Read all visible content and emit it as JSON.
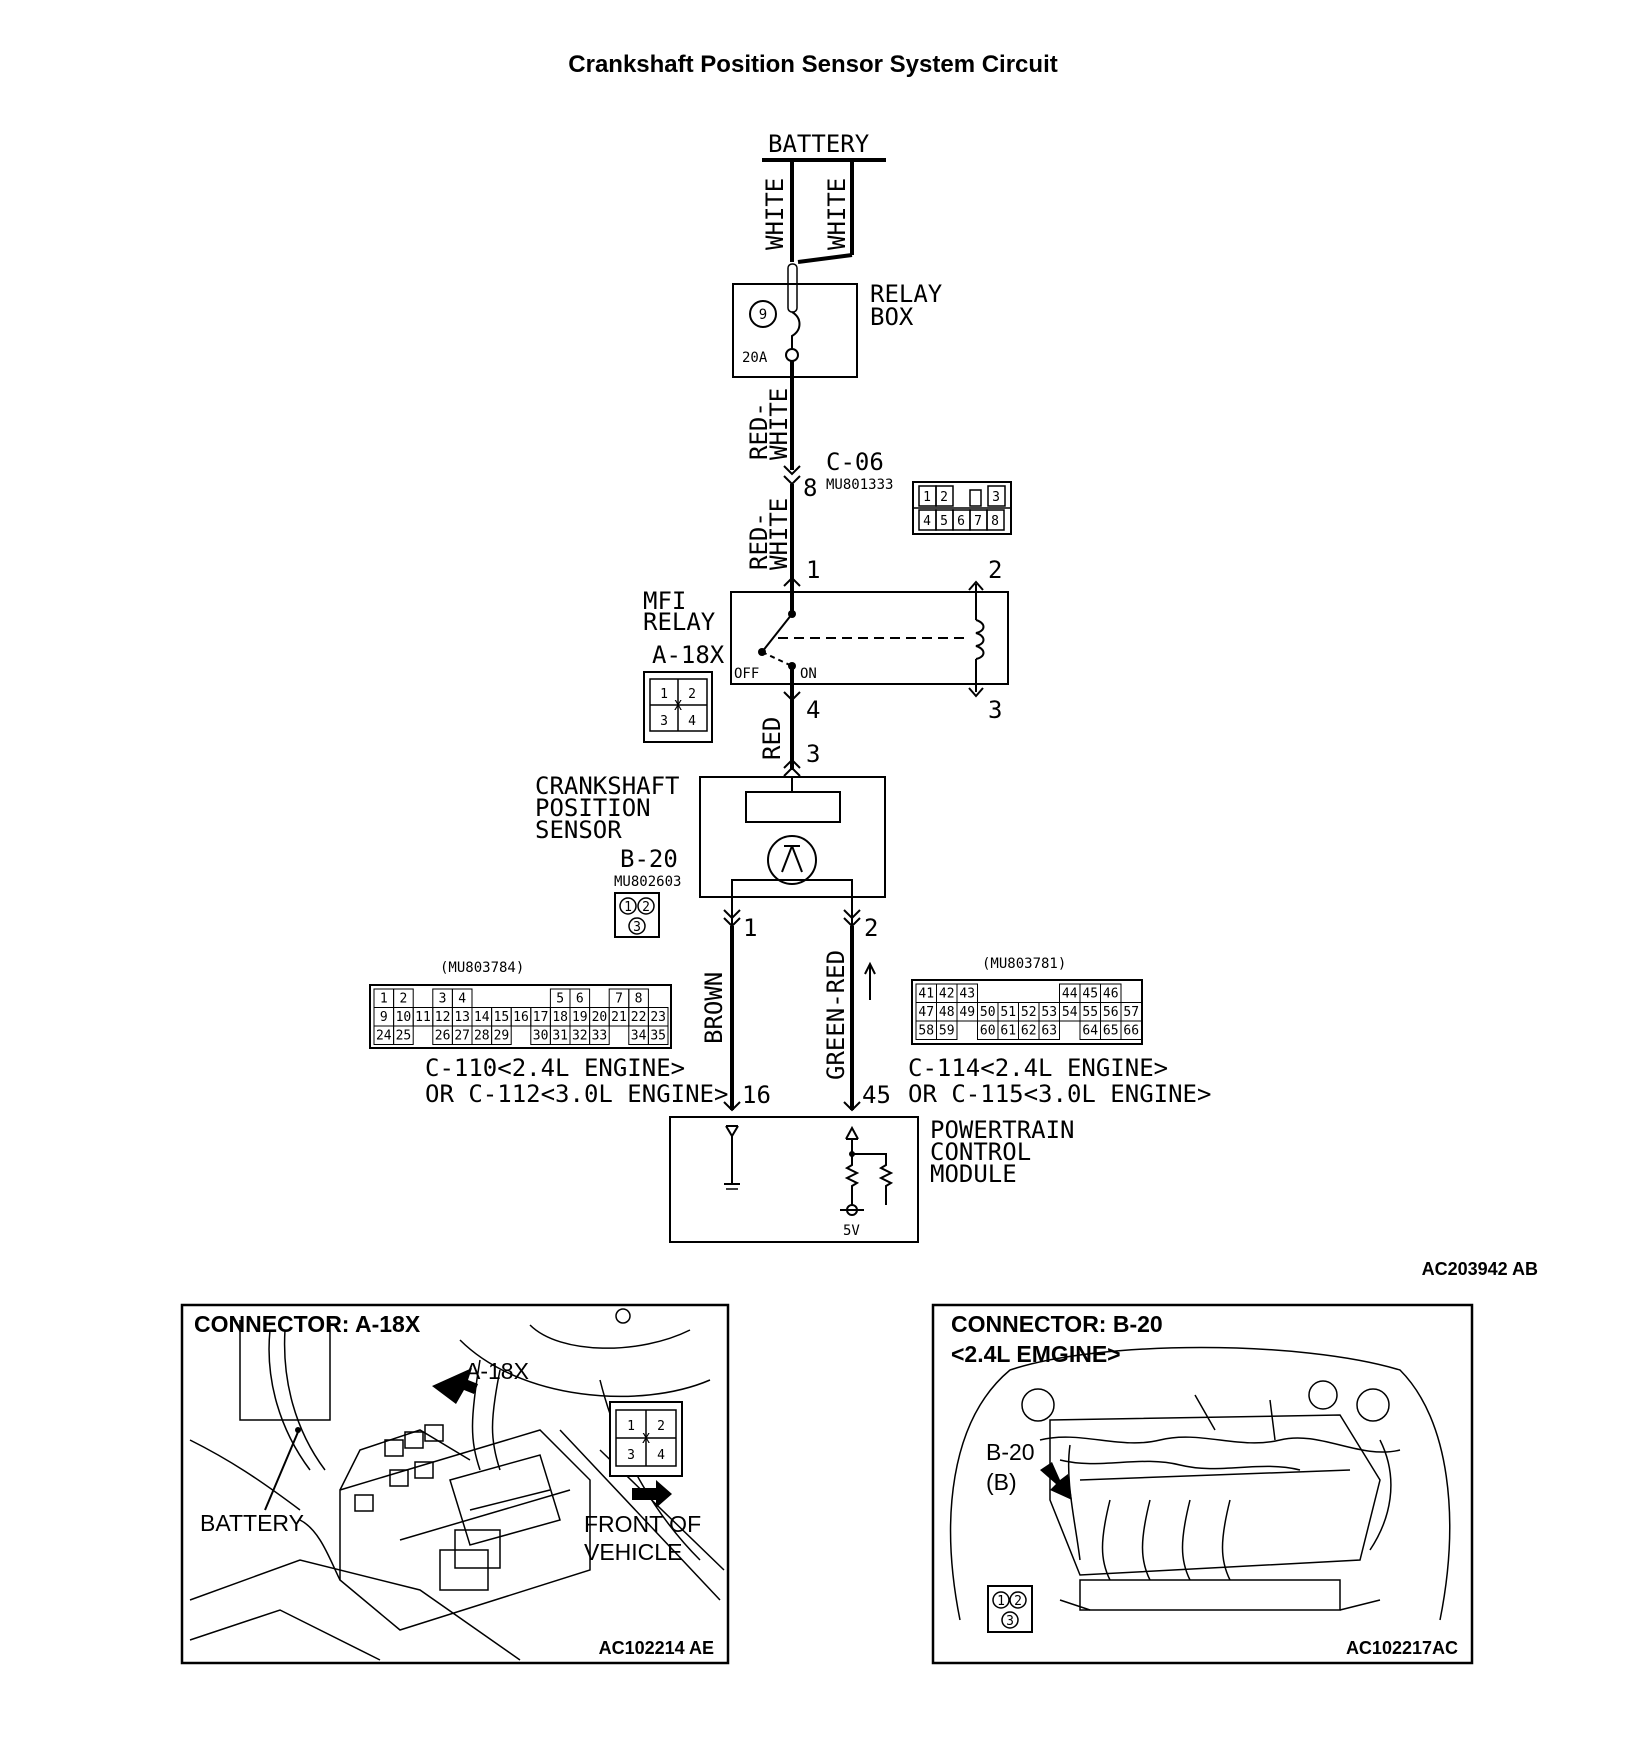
{
  "title": "Crankshaft Position Sensor System Circuit",
  "figure_id_main": "AC203942 AB",
  "battery": {
    "label": "BATTERY",
    "wire_left": "WHITE",
    "wire_right": "WHITE"
  },
  "relay_box": {
    "label_line1": "RELAY",
    "label_line2": "BOX",
    "fuse_number": "9",
    "fuse_rating": "20A"
  },
  "wires": {
    "red_white_upper": [
      "RED-",
      "WHITE"
    ],
    "red_white_lower": [
      "RED-",
      "WHITE"
    ],
    "red": "RED",
    "brown": "BROWN",
    "green_red": "GREEN-RED"
  },
  "c06": {
    "name": "C-06",
    "part": "MU801333",
    "pin": "8",
    "grid_top": [
      "1",
      "2",
      "",
      "3"
    ],
    "grid_bottom": [
      "4",
      "5",
      "6",
      "7",
      "8"
    ]
  },
  "mfi_relay": {
    "label_line1": "MFI",
    "label_line2": "RELAY",
    "connector": "A-18X",
    "pin_in": "1",
    "pin_out": "4",
    "coil_top": "2",
    "coil_bottom": "3",
    "off": "OFF",
    "on": "ON",
    "grid": [
      "1",
      "2",
      "3",
      "4"
    ],
    "x_mark": "X"
  },
  "sensor": {
    "label_line1": "CRANKSHAFT",
    "label_line2": "POSITION",
    "label_line3": "SENSOR",
    "connector": "B-20",
    "part": "MU802603",
    "pin_top": "3",
    "pin_left": "1",
    "pin_right": "2",
    "grid": [
      "1",
      "2",
      "3"
    ]
  },
  "c110": {
    "part": "(MU803784)",
    "line1": "C-110<2.4L ENGINE>",
    "line2": "OR C-112<3.0L ENGINE>",
    "pin": "16",
    "row1": [
      "1",
      "2",
      "",
      "3",
      "4",
      "",
      "",
      "",
      "",
      "5",
      "6",
      "",
      "7",
      "8"
    ],
    "row2": [
      "9",
      "10",
      "11",
      "12",
      "13",
      "14",
      "15",
      "16",
      "17",
      "18",
      "19",
      "20",
      "21",
      "22",
      "23"
    ],
    "row3": [
      "24",
      "25",
      "",
      "26",
      "27",
      "28",
      "29",
      "",
      "30",
      "31",
      "32",
      "33",
      "",
      "34",
      "35"
    ]
  },
  "c114": {
    "part": "(MU803781)",
    "line1": "C-114<2.4L ENGINE>",
    "line2": "OR C-115<3.0L ENGINE>",
    "pin": "45",
    "row1": [
      "41",
      "42",
      "43",
      "",
      "",
      "",
      "",
      "44",
      "45",
      "46"
    ],
    "row2": [
      "47",
      "48",
      "49",
      "50",
      "51",
      "52",
      "53",
      "54",
      "55",
      "56",
      "57"
    ],
    "row3": [
      "58",
      "59",
      "",
      "60",
      "61",
      "62",
      "63",
      "",
      "64",
      "65",
      "66"
    ]
  },
  "pcm": {
    "label_line1": "POWERTRAIN",
    "label_line2": "CONTROL",
    "label_line3": "MODULE",
    "voltage": "5V"
  },
  "panel_a": {
    "heading": "CONNECTOR: A-18X",
    "callout": "A-18X",
    "battery": "BATTERY",
    "front_line1": "FRONT OF",
    "front_line2": "VEHICLE",
    "figure_id": "AC102214 AE",
    "grid": [
      "1",
      "2",
      "3",
      "4"
    ],
    "x_mark": "X"
  },
  "panel_b": {
    "heading_line1": "CONNECTOR: B-20",
    "heading_line2": "<2.4L EMGINE>",
    "callout_line1": "B-20",
    "callout_line2": "(B)",
    "figure_id": "AC102217AC",
    "grid": [
      "1",
      "2",
      "3"
    ]
  }
}
